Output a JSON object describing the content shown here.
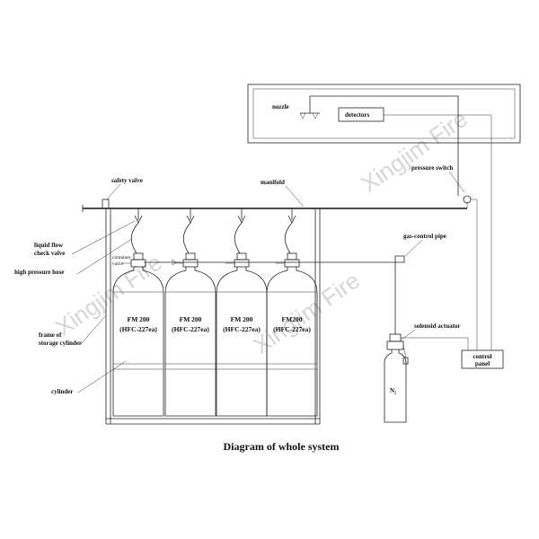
{
  "title": "Diagram of whole system",
  "watermark": "Xingjim Fire",
  "labels": {
    "nozzle": "nozzle",
    "detectors": "detectors",
    "pressure_switch": "pressure switch",
    "safety_valve": "safety valve",
    "manifold": "manifold",
    "gas_control_pipe": "gas-control pipe",
    "liquid_flow_1": "liquid flow",
    "liquid_flow_2": "check valve",
    "high_pressure_hose": "high pressure hose",
    "container_valve_1": "container",
    "container_valve_2": "valve",
    "frame_1": "frame of",
    "frame_2": "storage cylinder",
    "cylinder": "cylinder",
    "solenoid_actuator": "solenoid actuator",
    "control_panel_1": "control",
    "control_panel_2": "panel",
    "n2": "N₂"
  },
  "cylinders": [
    {
      "agent": "FM 200",
      "formula": "(HFC-227ea)"
    },
    {
      "agent": "FM 200",
      "formula": "(HFC-227ea)"
    },
    {
      "agent": "FM 200",
      "formula": "(HFC-227ea)"
    },
    {
      "agent": "FM200",
      "formula": "(HFC-227ea)"
    }
  ]
}
